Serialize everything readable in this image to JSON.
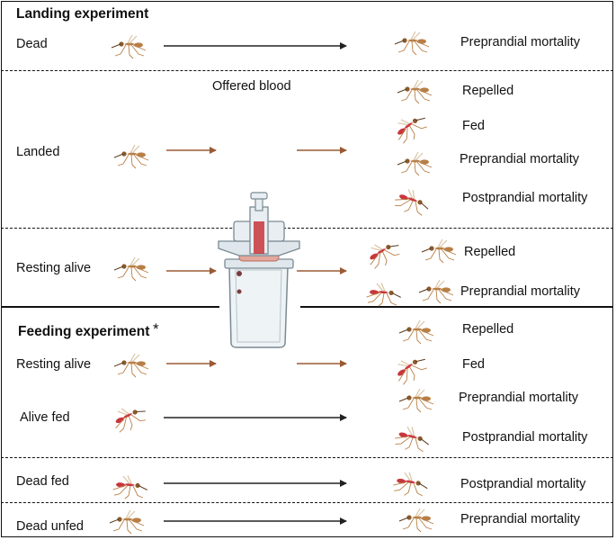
{
  "sections": {
    "landing": {
      "title": "Landing experiment"
    },
    "feeding": {
      "title": "Feeding experiment",
      "title_mark": "*"
    }
  },
  "stages": {
    "offered_blood": "Offered blood"
  },
  "rows": {
    "dead": {
      "label": "Dead",
      "outcomes": [
        "Preprandial mortality"
      ]
    },
    "landed": {
      "label": "Landed",
      "outcomes": [
        "Repelled",
        "Fed",
        "Preprandial mortality",
        "Postprandial mortality"
      ]
    },
    "resting1": {
      "label": "Resting alive",
      "outcomes": [
        "Repelled",
        "Preprandial mortality"
      ]
    },
    "resting2": {
      "label": "Resting alive",
      "outcomes": [
        "Repelled",
        "Fed"
      ]
    },
    "alive_fed": {
      "label": "Alive fed",
      "outcomes": [
        "Preprandial mortality",
        "Postprandial mortality"
      ]
    },
    "dead_fed": {
      "label": "Dead fed",
      "outcomes": [
        "Postprandial mortality"
      ]
    },
    "dead_unfed": {
      "label": "Dead unfed",
      "outcomes": [
        "Preprandial mortality"
      ]
    }
  },
  "colors": {
    "mosquito": "#b87f45",
    "blood": "#c8363c",
    "feed_arrow": "#9a5a33",
    "direct_arrow": "#222222",
    "device_glass": "#e8eef2"
  },
  "icons": {
    "mosquito": "mosquito-icon",
    "fed_mosquito": "blood-fed-mosquito-icon",
    "feeder": "membrane-feeder-icon"
  }
}
